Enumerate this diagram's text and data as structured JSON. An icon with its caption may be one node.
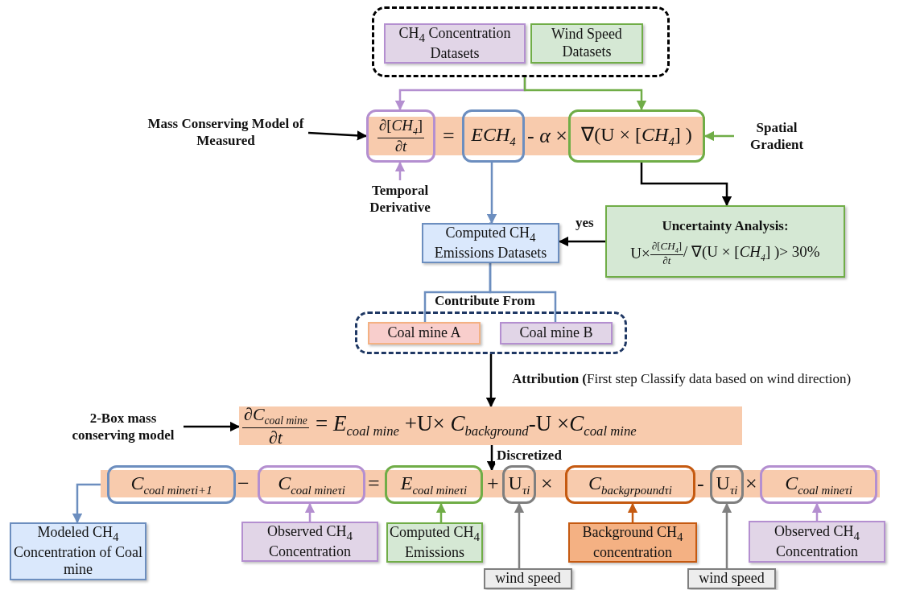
{
  "diagram": {
    "nodes": [
      {
        "text": [],
        "shape": "box"
      },
      {
        "text": [
          "CH$_{4}$ Concentration Datasets"
        ],
        "in": 0
      },
      {
        "text": [
          "Wind Speed Datasets"
        ],
        "in": 0
      },
      {
        "text": [
          "Mass Conserving Model of Measured"
        ]
      },
      {
        "text": [
          "=",
          "- *α* ×"
        ]
      },
      {
        "text": [
          "∂[*CH*$_{4}$]",
          "∂*t*"
        ]
      },
      {
        "text": [
          "*ECH*$_{4}$"
        ]
      },
      {
        "text": [
          "∇(U × [*CH*$_{4}$] )"
        ]
      },
      {
        "text": [
          "Spatial Gradient"
        ]
      },
      {
        "text": [
          "Temporal Derivative"
        ]
      },
      {
        "text": [
          "Computed CH$_{4}$ Emissions Datasets"
        ]
      },
      {
        "text": [
          "Uncertainty Analysis:",
          "U×",
          "∂[*CH*$_{4}$]",
          "∂*t*",
          "/ ∇(U × [*CH*$_{4}$] )> 30%"
        ]
      },
      {
        "text": [],
        "shape": "box"
      },
      {
        "text": [
          "Coal mine A"
        ],
        "in": 12
      },
      {
        "text": [
          "Coal mine B"
        ],
        "in": 12
      },
      {
        "text": [
          "∂*C*$_{coal mine}$",
          "∂*t*",
          "= *E*$_{coal mine}$ +U× *C*$_{background}$-U ×*C*$_{coal mine}$"
        ]
      },
      {
        "text": [
          "2-Box mass conserving model"
        ]
      },
      {
        "text": [
          "−",
          "=",
          "+",
          "×",
          "-",
          "×"
        ]
      },
      {
        "text": [
          "*C*$_{coal mine}$$_{τi+1}$"
        ]
      },
      {
        "text": [
          "*C*$_{coal mine}$$_{τi}$"
        ]
      },
      {
        "text": [
          "*E*$_{coal mine}$$_{τi}$"
        ]
      },
      {
        "text": [
          "U$_{τi}$"
        ]
      },
      {
        "text": [
          "*C*$_{backgrpound}$$_{τi}$"
        ]
      },
      {
        "text": [
          "U$_{τi}$"
        ]
      },
      {
        "text": [
          "*C*$_{coal mine}$$_{τi}$"
        ]
      },
      {
        "text": [
          "Modeled CH$_{4}$ Concentration of Coal mine"
        ]
      },
      {
        "text": [
          "Observed CH$_{4}$ Concentration"
        ]
      },
      {
        "text": [
          "Computed CH$_{4}$ Emissions"
        ]
      },
      {
        "text": [
          "wind speed"
        ]
      },
      {
        "text": [
          "Background CH$_{4}$ concentration"
        ]
      },
      {
        "text": [
          "wind speed"
        ]
      },
      {
        "text": [
          "Observed CH$_{4}$ Concentration"
        ]
      }
    ],
    "edges": [
      {
        "from": 0,
        "to": 5,
        "arrow": "to",
        "color": "#b48fd0"
      },
      {
        "from": 0,
        "to": 7,
        "arrow": "to",
        "color": "#70ad47"
      },
      {
        "from": 3,
        "to": 5,
        "arrow": "to"
      },
      {
        "from": 8,
        "to": 7,
        "arrow": "to",
        "color": "#70ad47"
      },
      {
        "from": 9,
        "to": 5,
        "arrow": "to",
        "color": "#b48fd0"
      },
      {
        "from": 6,
        "to": 10,
        "arrow": "to",
        "color": "#6c8ebf"
      },
      {
        "from": 7,
        "to": 11,
        "arrow": "to"
      },
      {
        "from": 11,
        "to": 10,
        "arrow": "to",
        "label": "yes"
      },
      {
        "from": 13,
        "to": 10,
        "arrow": "to",
        "color": "#6c8ebf",
        "label": "Contribute From"
      },
      {
        "from": 14,
        "to": 10,
        "arrow": "to",
        "color": "#6c8ebf"
      },
      {
        "from": 12,
        "to": 15,
        "arrow": "to",
        "label": "**Attribution (**First step Classify data based on wind direction)"
      },
      {
        "from": 16,
        "to": 15,
        "arrow": "to"
      },
      {
        "from": 15,
        "to": 17,
        "arrow": "to",
        "label": "Discretized"
      },
      {
        "from": 18,
        "to": 25,
        "arrow": "to",
        "color": "#6c8ebf"
      },
      {
        "from": 26,
        "to": 19,
        "arrow": "to",
        "color": "#b48fd0"
      },
      {
        "from": 27,
        "to": 20,
        "arrow": "to",
        "color": "#70ad47"
      },
      {
        "from": 28,
        "to": 21,
        "arrow": "to",
        "color": "#808080"
      },
      {
        "from": 29,
        "to": 22,
        "arrow": "to",
        "color": "#c55a11"
      },
      {
        "from": 30,
        "to": 23,
        "arrow": "to",
        "color": "#808080"
      },
      {
        "from": 31,
        "to": 24,
        "arrow": "to",
        "color": "#b48fd0"
      }
    ]
  }
}
